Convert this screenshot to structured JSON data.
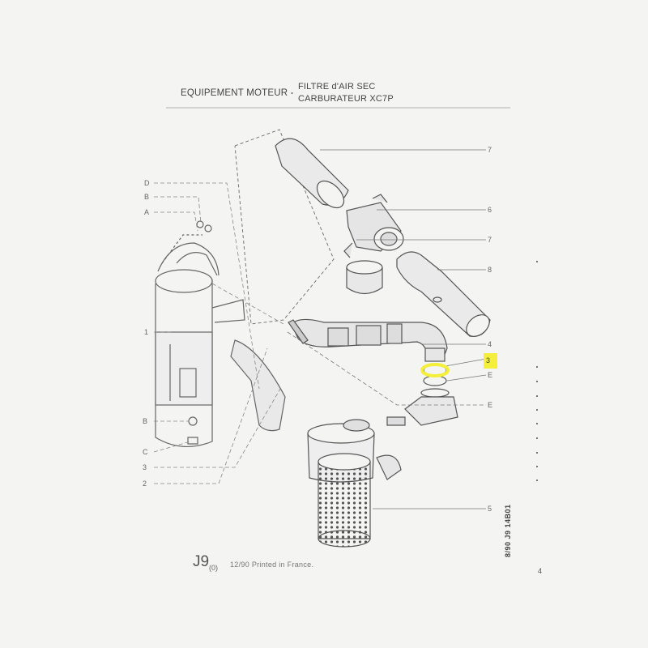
{
  "header": {
    "section": "EQUIPEMENT MOTEUR -",
    "title_line1": "FILTRE d'AIR SEC",
    "title_line2": "CARBURATEUR XC7P"
  },
  "reference_code": "8/90 J9 14B01",
  "footer": {
    "page": "J9",
    "page_sub": "(0)",
    "text": "12/90 Printed in France."
  },
  "page_corner": "4",
  "colors": {
    "highlight": "#f4ef3a",
    "line": "#777777",
    "paper": "#f4f4f2"
  },
  "callouts_left": [
    "D",
    "B",
    "A",
    "1",
    "B",
    "C",
    "3",
    "2"
  ],
  "callouts_right": [
    "7",
    "6",
    "7",
    "8",
    "4",
    "3",
    "E",
    "E",
    "5"
  ],
  "highlighted_callout": "3"
}
